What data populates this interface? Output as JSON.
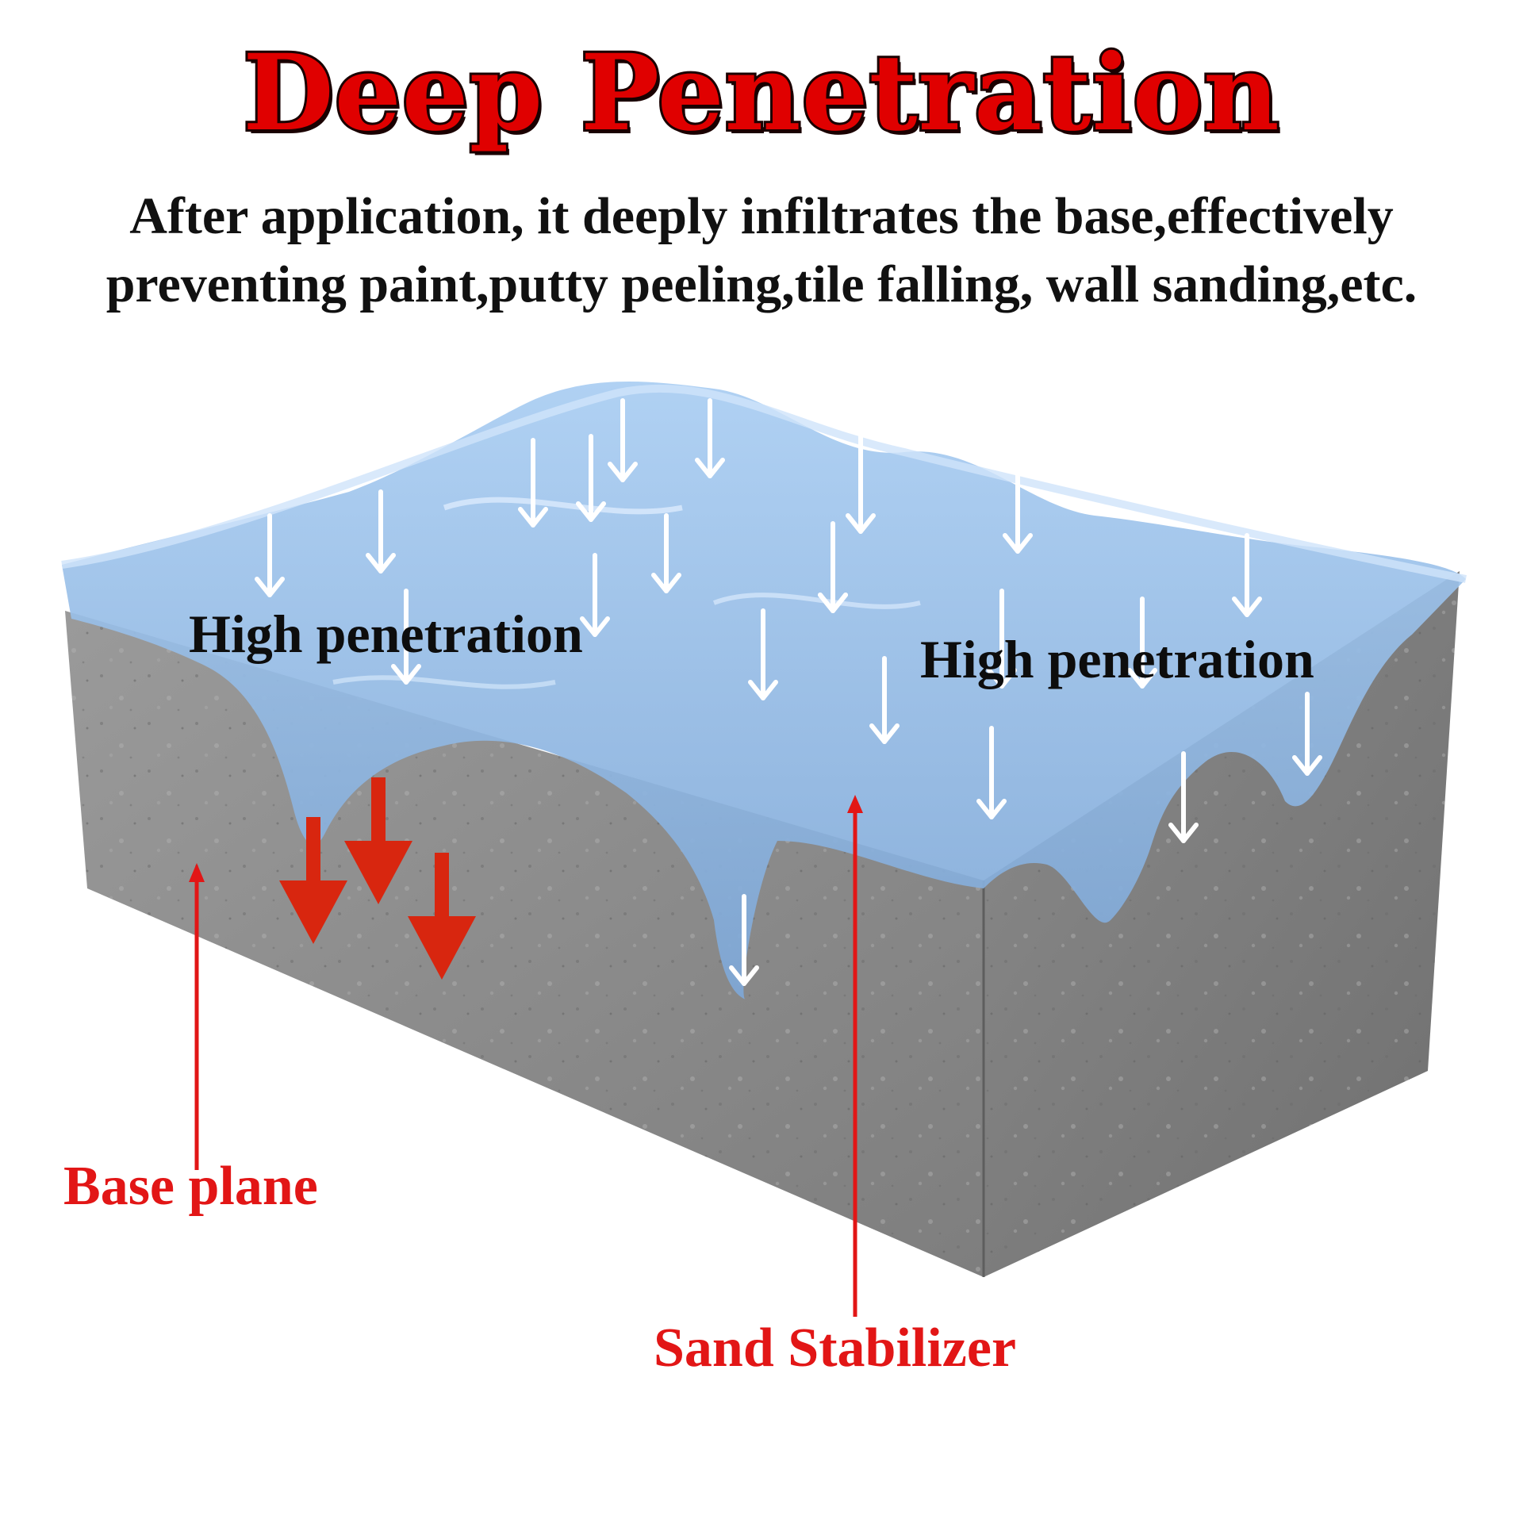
{
  "header": {
    "title": "Deep Penetration",
    "subtitle": "After application, it deeply infiltrates the base,effectively preventing paint,putty peeling,tile falling, wall sanding,etc."
  },
  "diagram": {
    "penetration_label_left": "High penetration",
    "penetration_label_right": "High penetration",
    "base_label": "Base plane",
    "stabilizer_label": "Sand Stabilizer"
  },
  "colors": {
    "title_red": "#e00000",
    "label_red": "#e21616",
    "liquid_blue": "#8fb6e0",
    "concrete_gray": "#8d8d8d",
    "arrow_white": "#ffffff",
    "arrow_red": "#d8260f"
  }
}
